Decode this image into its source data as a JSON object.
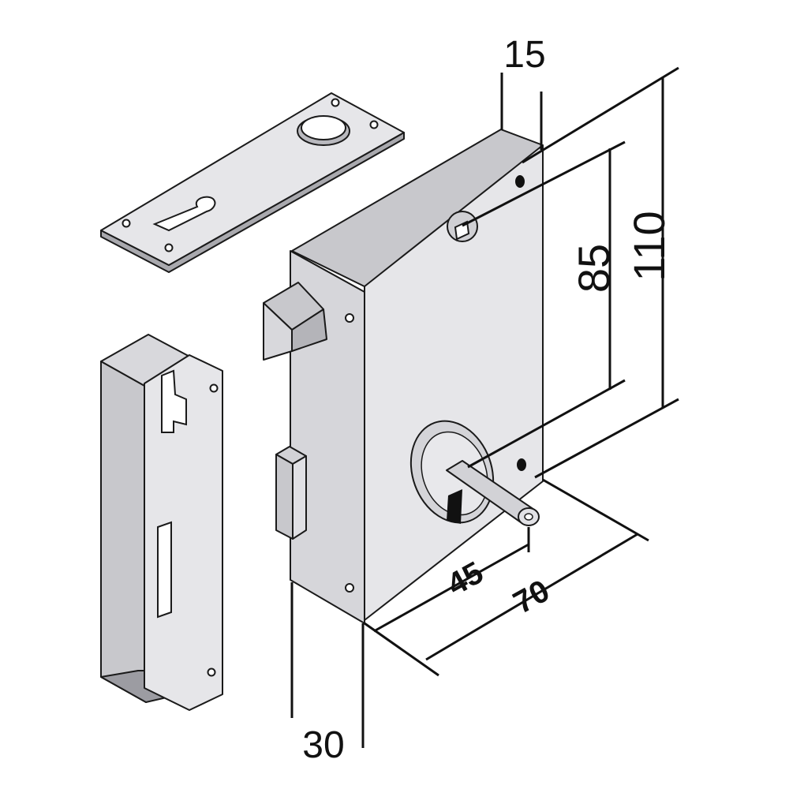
{
  "dimensions": {
    "d15": "15",
    "d110": "110",
    "d85": "85",
    "d45": "45",
    "d70": "70",
    "d30": "30"
  },
  "colors": {
    "plate": "#e6e6e9",
    "plate_light": "#eeeef1",
    "plate_dark": "#c8c8cc",
    "plate_shadow": "#a9a9ae",
    "hole": "#111111",
    "line": "#111111"
  }
}
